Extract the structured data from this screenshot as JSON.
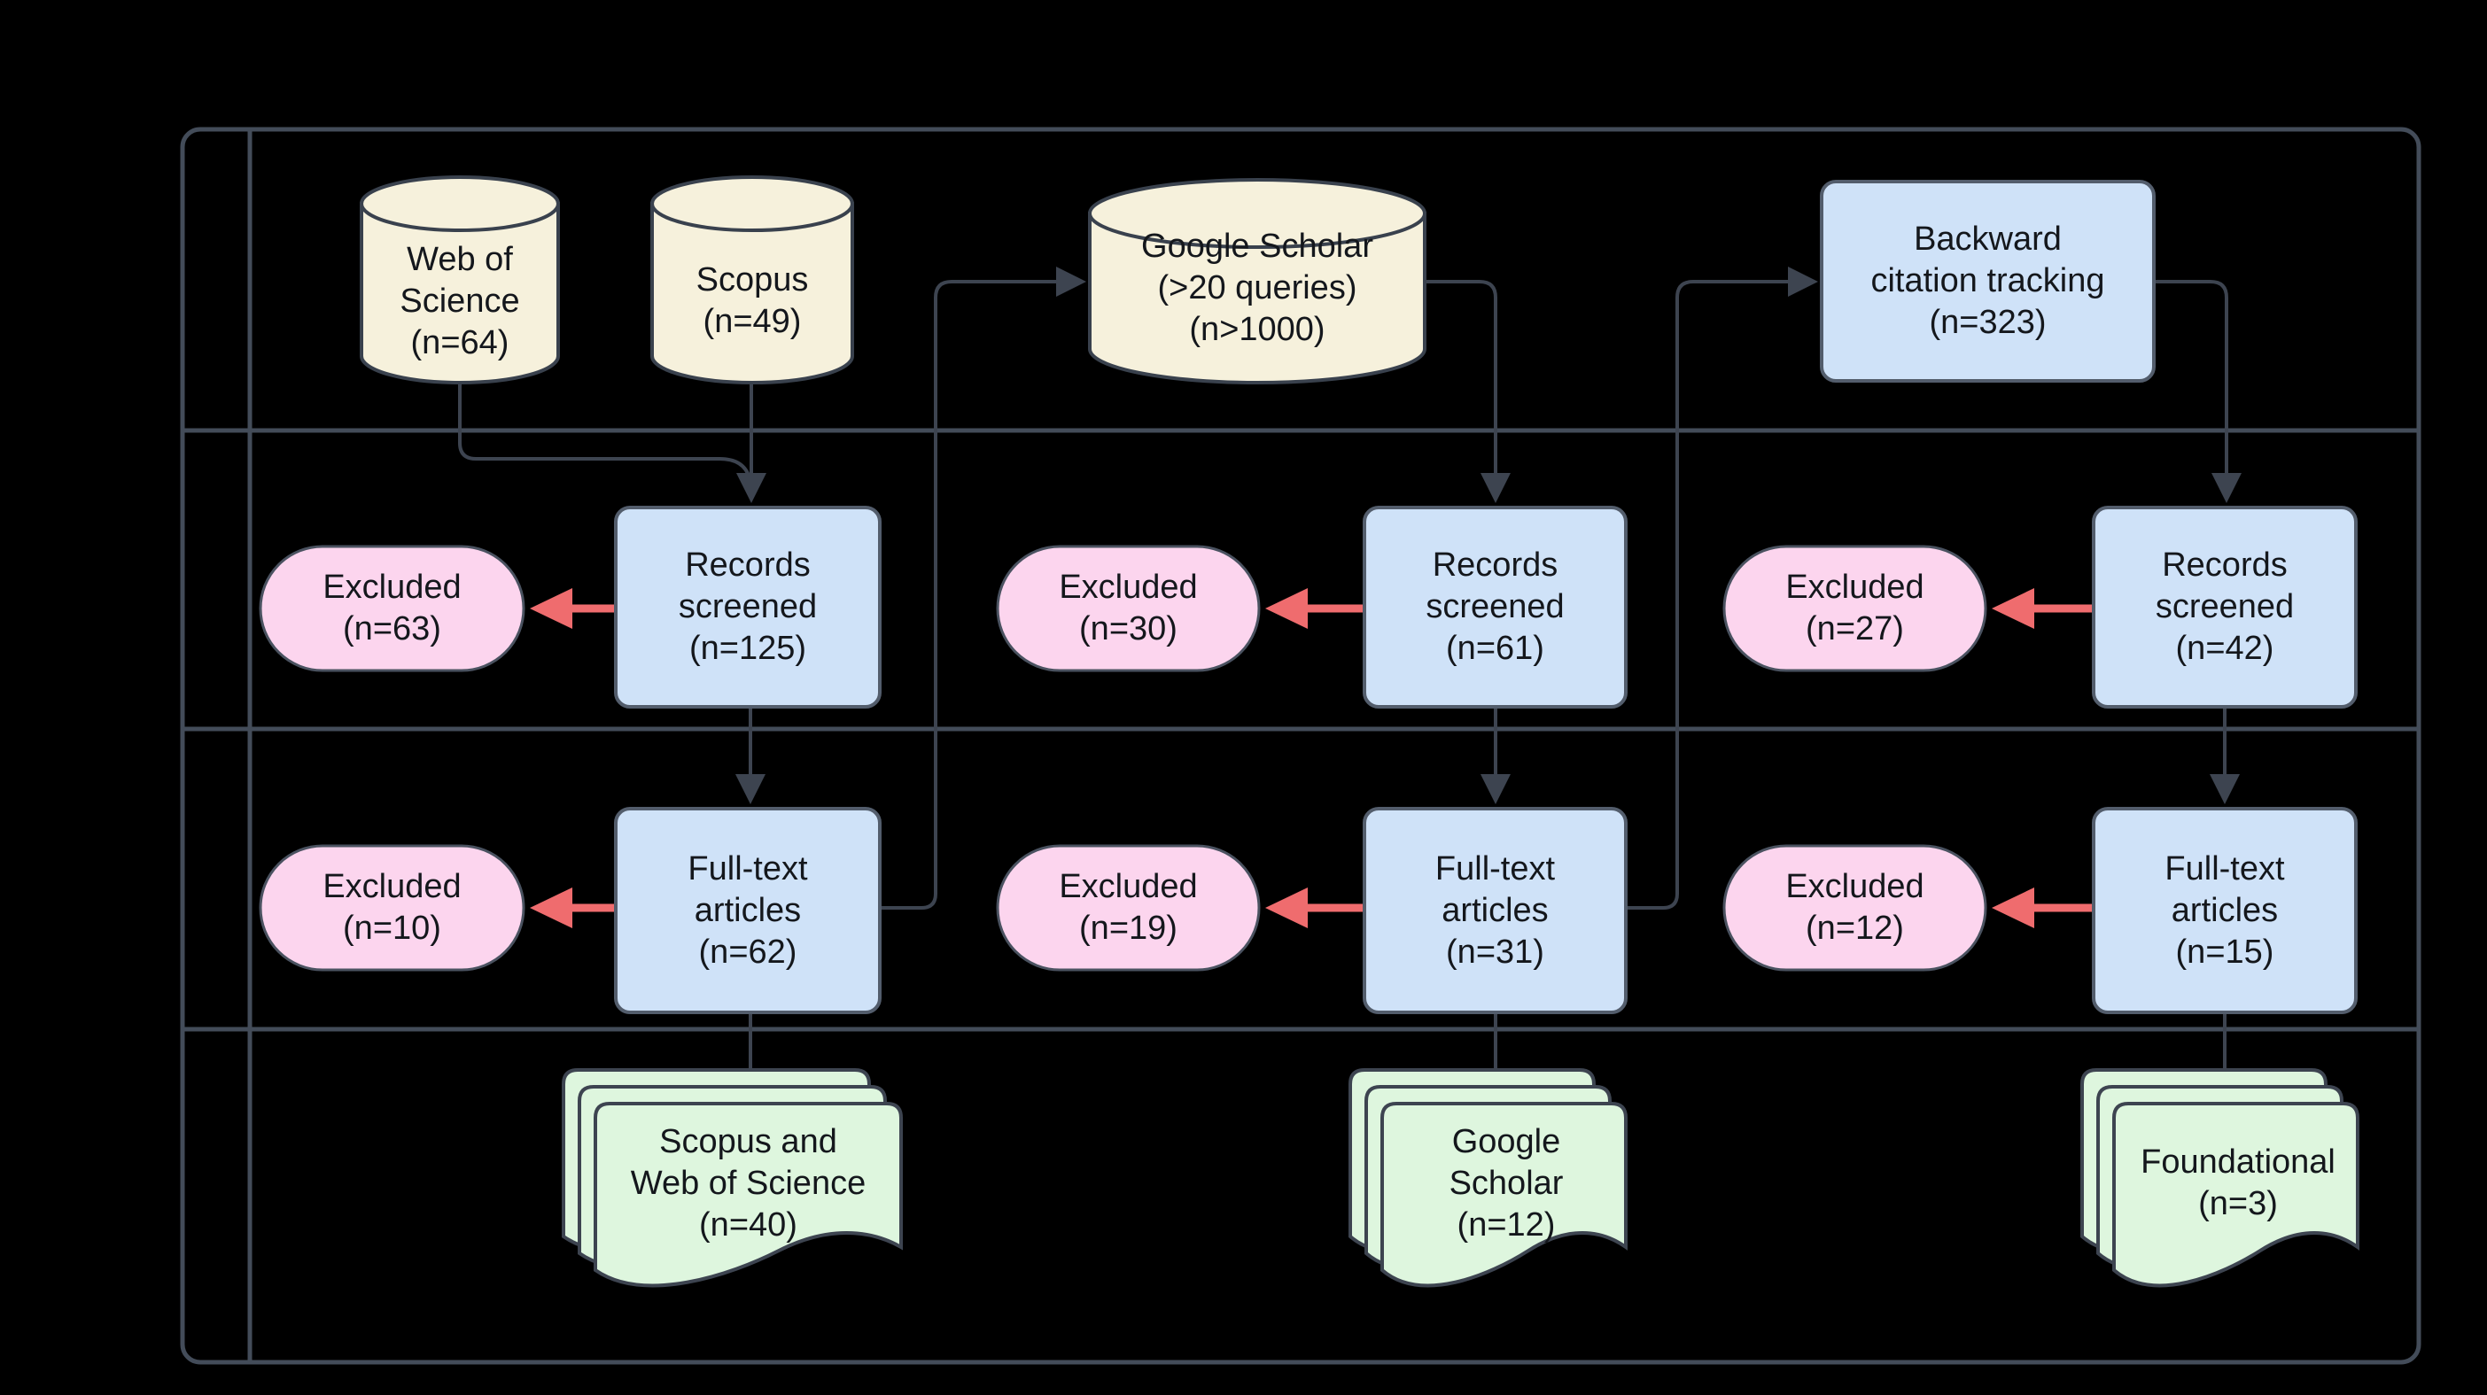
{
  "diagram": {
    "title": "literature-screening-flow",
    "background_color": "#000000",
    "frame_color": "#434c59",
    "connector_color": "#3d4450",
    "exclusion_arrow_color": "#ef6c6e",
    "text_color": "#14171c",
    "node_colors": {
      "database_fill": "#f6f1dc",
      "process_fill": "#cfe2f8",
      "exclusion_fill": "#fcd5ee",
      "output_fill": "#def6de"
    }
  },
  "sources": {
    "web_of_science": "Web of\nScience\n(n=64)",
    "scopus": "Scopus\n(n=49)",
    "google_scholar": "Google Scholar\n(>20 queries)\n(n>1000)",
    "backward_citation": "Backward\ncitation tracking\n(n=323)"
  },
  "screening": {
    "col1": {
      "screened": "Records\nscreened\n(n=125)",
      "screened_excluded": "Excluded\n(n=63)",
      "fulltext": "Full-text\narticles\n(n=62)",
      "fulltext_excluded": "Excluded\n(n=10)",
      "included": "Scopus and\nWeb of Science\n(n=40)"
    },
    "col2": {
      "screened": "Records\nscreened\n(n=61)",
      "screened_excluded": "Excluded\n(n=30)",
      "fulltext": "Full-text\narticles\n(n=31)",
      "fulltext_excluded": "Excluded\n(n=19)",
      "included": "Google\nScholar\n(n=12)"
    },
    "col3": {
      "screened": "Records\nscreened\n(n=42)",
      "screened_excluded": "Excluded\n(n=27)",
      "fulltext": "Full-text\narticles\n(n=15)",
      "fulltext_excluded": "Excluded\n(n=12)",
      "included": "Foundational\n(n=3)"
    }
  }
}
